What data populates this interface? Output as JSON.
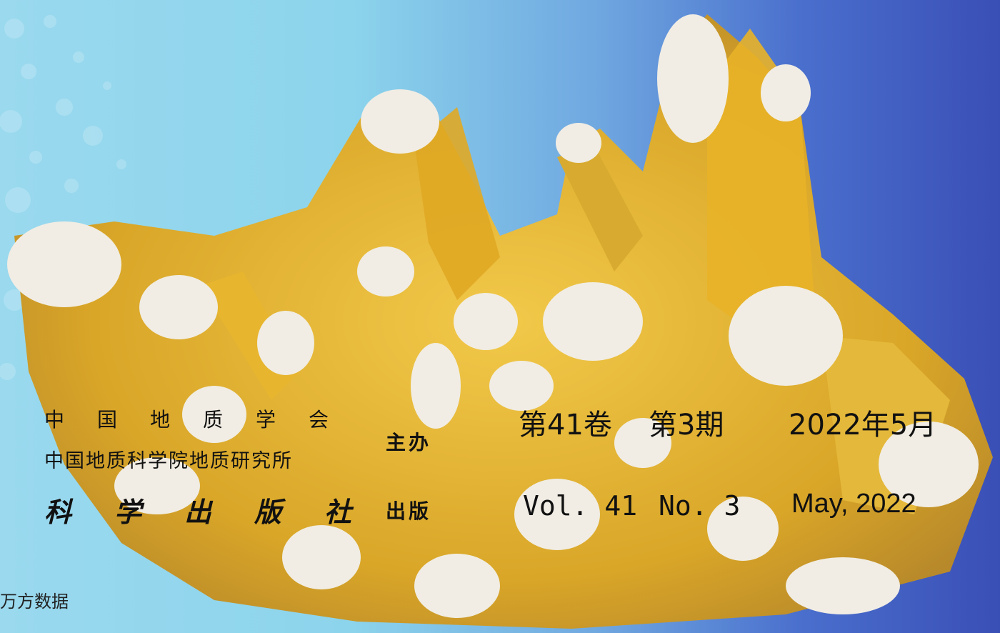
{
  "cover": {
    "sponsors": [
      "中国地质学会",
      "中国地质科学院地质研究所"
    ],
    "sponsor_role": "主办",
    "publisher": "科学出版社",
    "publisher_role": "出版",
    "issue_cn": {
      "volume": "第41卷",
      "number": "第3期",
      "date": "2022年5月"
    },
    "issue_en": {
      "volume": "Vol. 41",
      "number": "No. 3",
      "date": "May, 2022"
    },
    "watermark": "万方数据"
  },
  "colors": {
    "bg_left": "#9ad9ee",
    "bg_right": "#3a4fb6",
    "crystal_yellow": "#e3b52a",
    "crystal_white": "#f2eee6"
  },
  "image": "mineral-specimen"
}
